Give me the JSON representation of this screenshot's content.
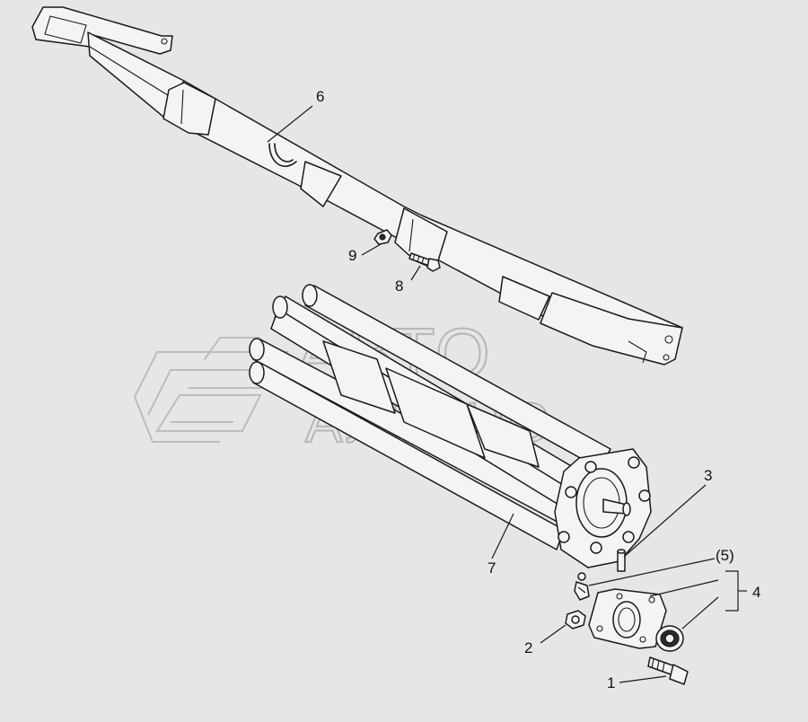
{
  "watermark": {
    "line1": "АВТО",
    "line2": "АЛЬЯНС"
  },
  "callouts": {
    "c1": "1",
    "c2": "2",
    "c3": "3",
    "c4": "4",
    "c5": "(5)",
    "c6": "6",
    "c7": "7",
    "c8": "8",
    "c9": "9"
  }
}
